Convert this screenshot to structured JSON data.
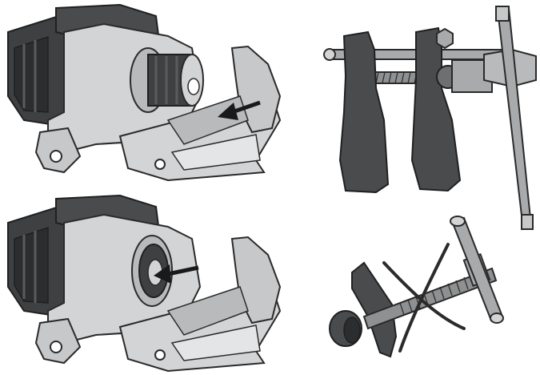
{
  "panels": [
    {
      "id": "caliper-piston-extended",
      "caption": ""
    },
    {
      "id": "caliper-piston-retracted",
      "caption": ""
    },
    {
      "id": "piston-spreader-tool",
      "caption": ""
    },
    {
      "id": "wind-back-tool-crossed-out",
      "caption": ""
    }
  ],
  "colors": {
    "background": "#ffffff",
    "housing_light": "#d3d4d6",
    "housing_mid": "#b9babc",
    "housing_shadow": "#9a9b9e",
    "motor_dark": "#3f4042",
    "motor_darker": "#2c2d2f",
    "tool_dark": "#4a4b4d",
    "tool_metal": "#a9aaac",
    "arrow": "#1a1a1a",
    "cross": "#2b2b2b"
  }
}
